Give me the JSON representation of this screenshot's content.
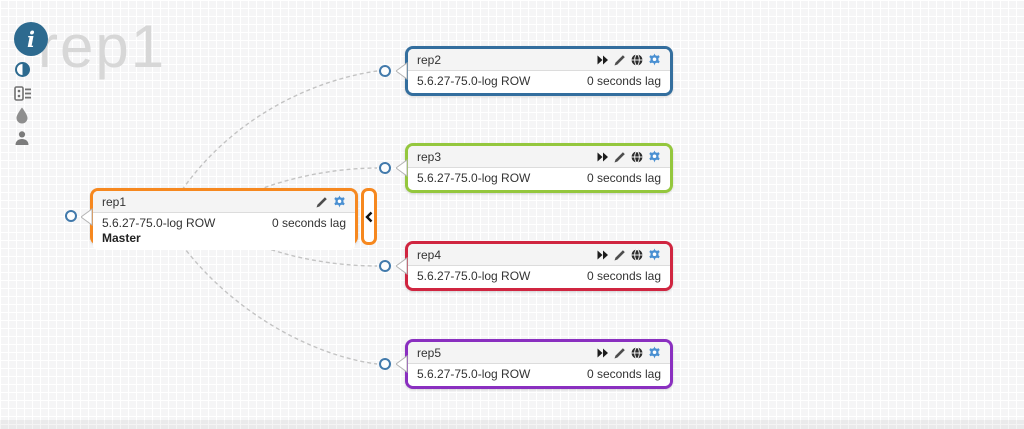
{
  "page": {
    "watermark": "rep1"
  },
  "sidebar": {
    "icons": [
      "info-icon",
      "contrast-icon",
      "list-icon",
      "droplet-icon",
      "user-icon"
    ]
  },
  "nodes": {
    "master": {
      "name": "rep1",
      "version": "5.6.27-75.0-log ROW",
      "lag": "0 seconds lag",
      "role": "Master",
      "border_color": "#f6881f",
      "header_icons": [
        "pencil-icon",
        "gear-icon"
      ]
    },
    "replicas": [
      {
        "name": "rep2",
        "version": "5.6.27-75.0-log ROW",
        "lag": "0 seconds lag",
        "border_color": "#336e9e"
      },
      {
        "name": "rep3",
        "version": "5.6.27-75.0-log ROW",
        "lag": "0 seconds lag",
        "border_color": "#94c73d"
      },
      {
        "name": "rep4",
        "version": "5.6.27-75.0-log ROW",
        "lag": "0 seconds lag",
        "border_color": "#d02540"
      },
      {
        "name": "rep5",
        "version": "5.6.27-75.0-log ROW",
        "lag": "0 seconds lag",
        "border_color": "#8a2fc0"
      }
    ],
    "replica_header_icons": [
      "fast-forward-icon",
      "pencil-icon",
      "globe-icon",
      "gear-icon"
    ]
  },
  "colors": {
    "sidebar_teal": "#2d6a8f",
    "gear_blue": "#4a90d2",
    "connector_blue": "#4179ab",
    "watermark_gray": "#d7d7d7"
  }
}
